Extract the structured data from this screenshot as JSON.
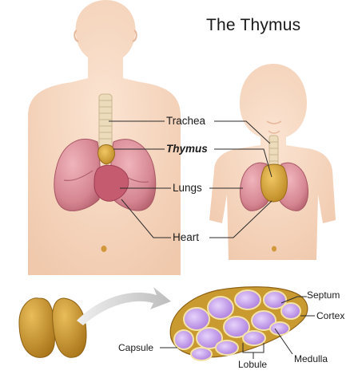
{
  "title": "The Thymus",
  "labels": {
    "trachea": "Trachea",
    "thymus": "Thymus",
    "lungs": "Lungs",
    "heart": "Heart",
    "septum": "Septum",
    "cortex": "Cortex",
    "capsule": "Capsule",
    "lobule": "Lobule",
    "medulla": "Medulla"
  },
  "colors": {
    "skin": "#f6d7c0",
    "lung": "#d88d97",
    "lung_dark": "#b56470",
    "trachea": "#ead7b5",
    "thymus": "#c99a30",
    "thymus_light": "#e2b54c",
    "lobule": "#b487e2",
    "lobule_light": "#d6b8f2",
    "heart": "#c25468",
    "arrow": "#cfcfcf"
  }
}
